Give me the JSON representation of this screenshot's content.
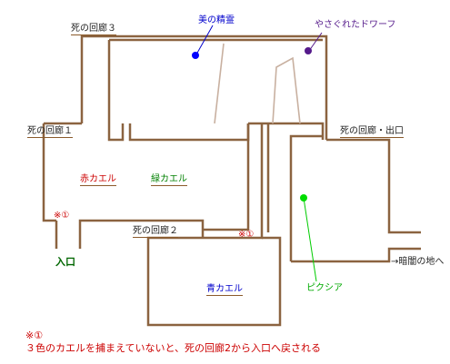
{
  "areas": {
    "corridor3": "死の回廊３",
    "corridor1": "死の回廊１",
    "corridor2": "死の回廊２",
    "corridor_exit": "死の回廊・出口"
  },
  "rooms": {
    "red_frog": "赤カエル",
    "green_frog": "緑カエル",
    "blue_frog": "青カエル"
  },
  "npcs": {
    "spirit": "美の精霊",
    "dwarf": "やさぐれたドワーフ",
    "pixie": "ピクシア"
  },
  "markers": {
    "mark_left": "※①",
    "mark_center": "※①"
  },
  "entrance": "入口",
  "exit_label": "→暗闇の地へ",
  "note": {
    "mark": "※①",
    "text": "３色のカエルを捕まえていないと、死の回廊2から入口へ戻される"
  },
  "colors": {
    "wall": "#8b6340",
    "spirit_dot": "#0000ff",
    "dwarf_dot": "#551a8b",
    "pixie_dot": "#00dd00",
    "pointer": "#0000cc",
    "pixie_pointer": "#00cc00",
    "note": "#cc0000"
  }
}
